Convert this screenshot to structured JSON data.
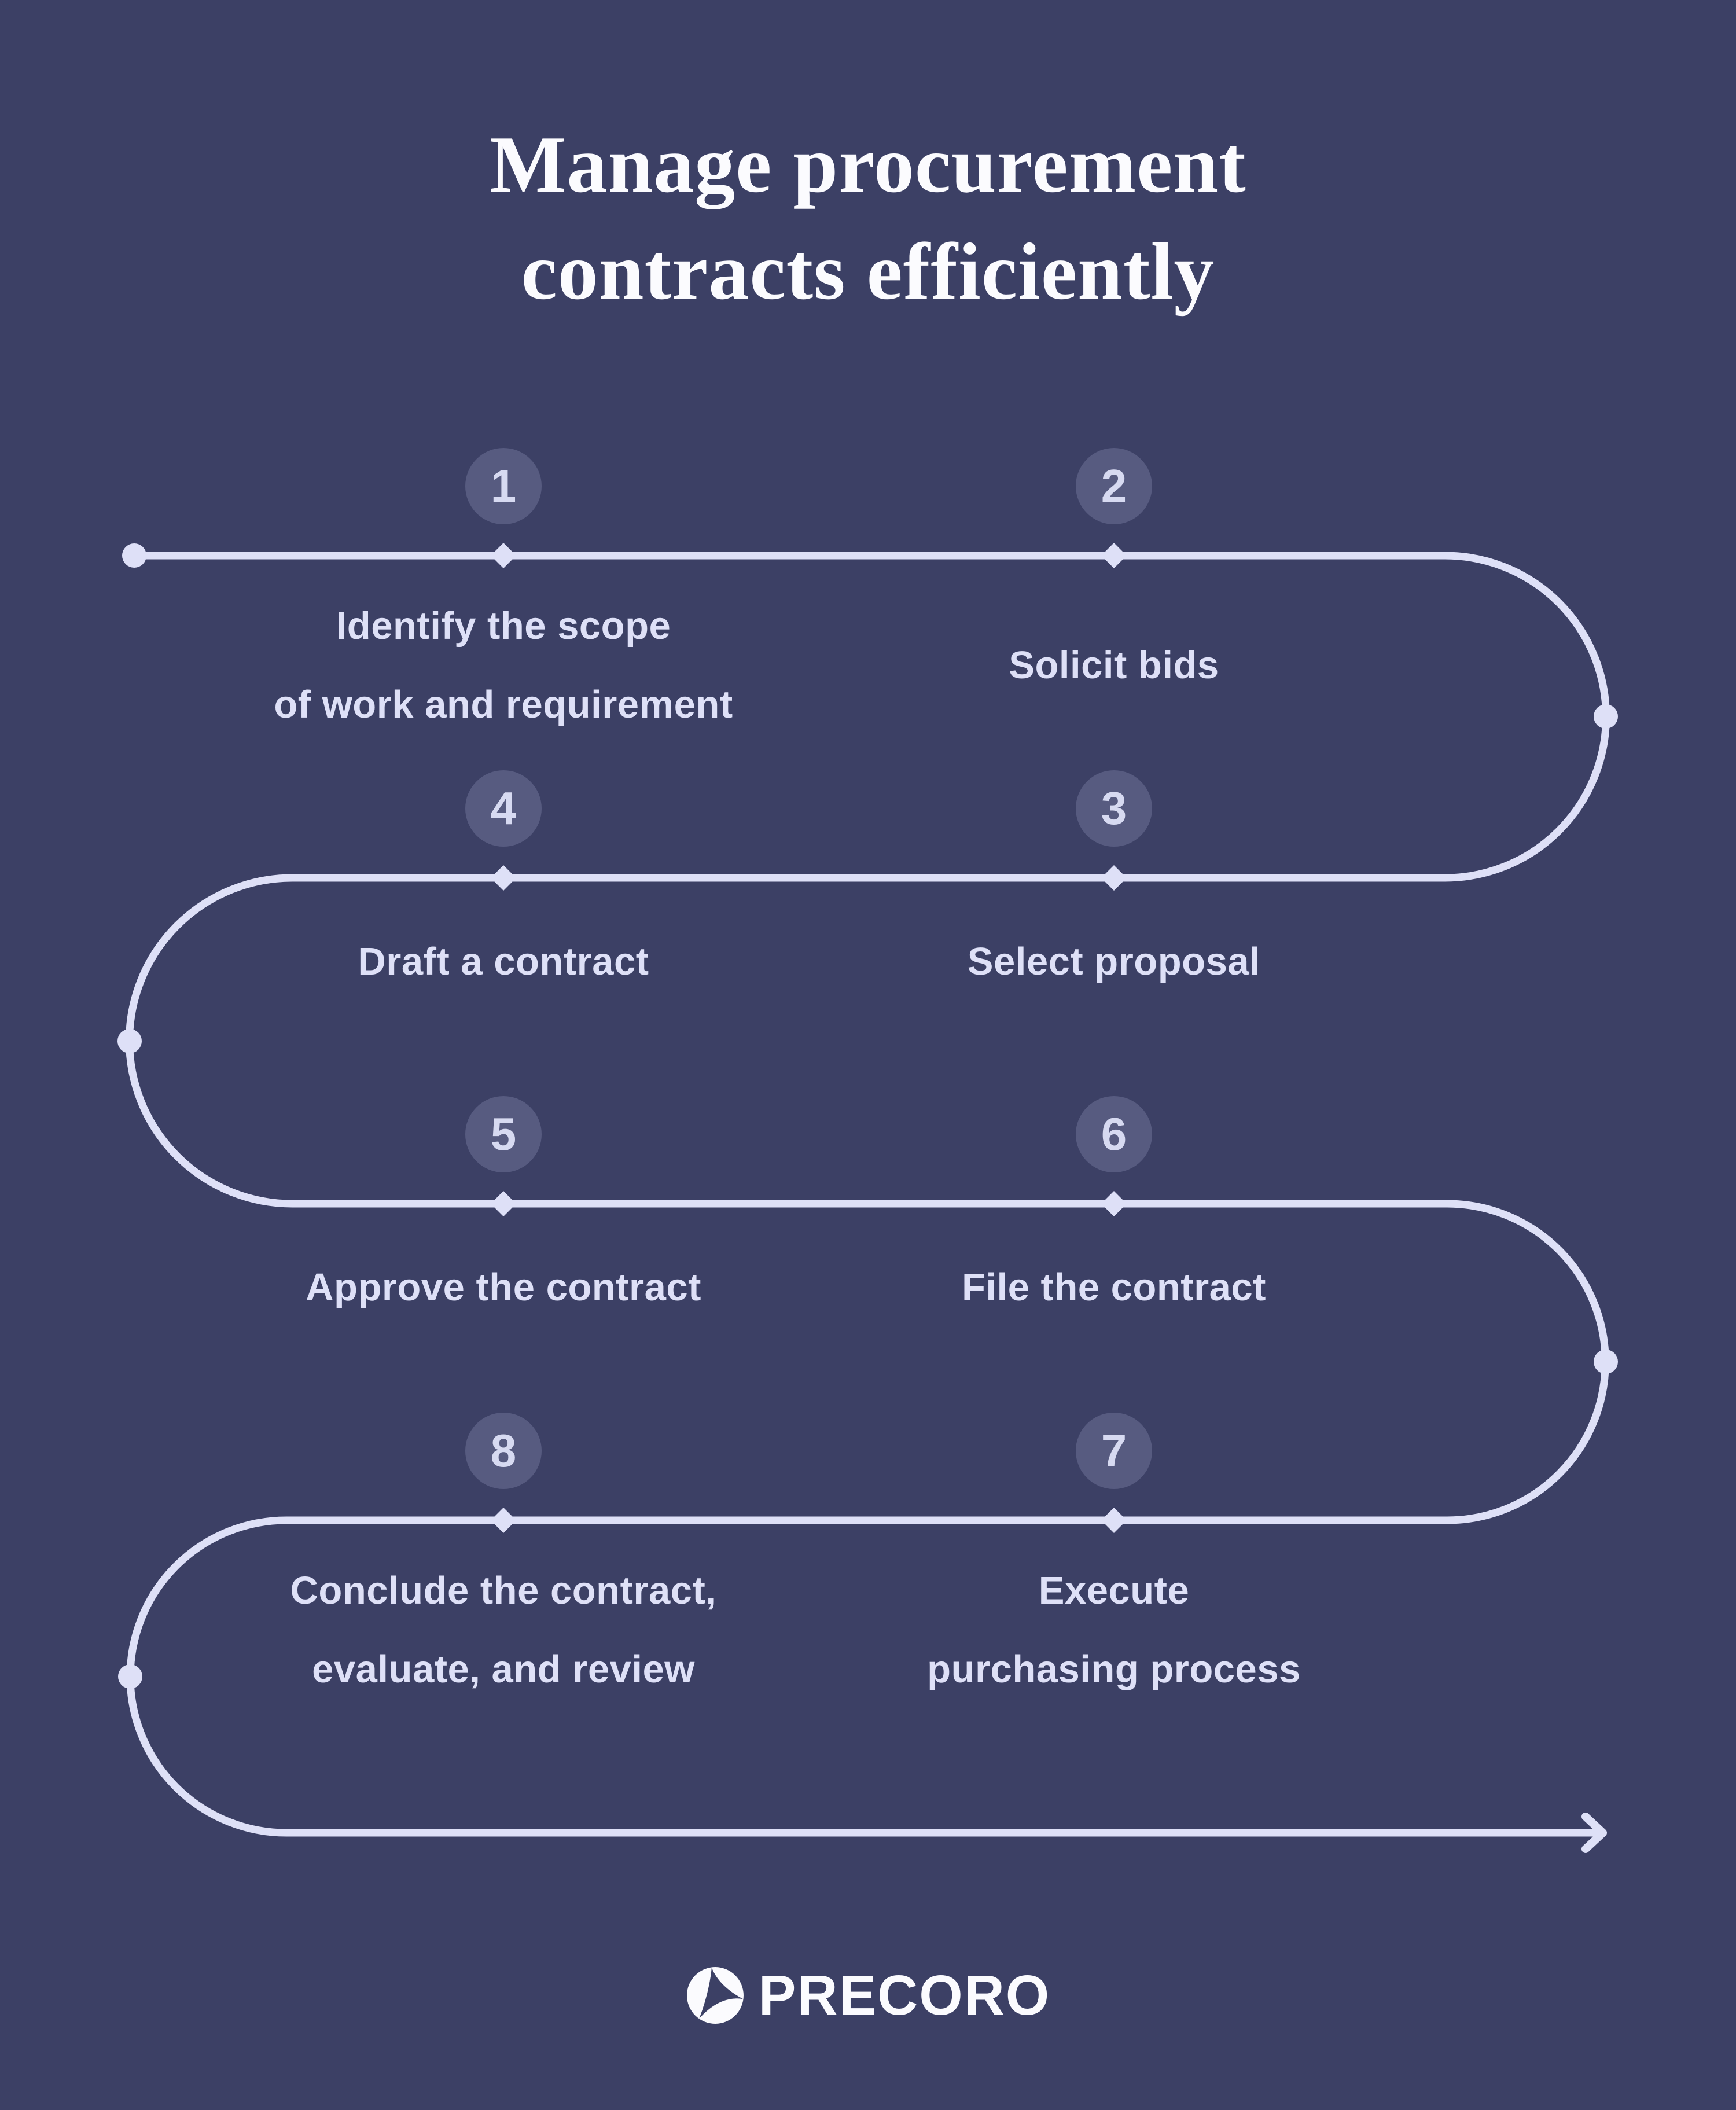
{
  "title": {
    "line1": "Manage procurement",
    "line2": "contracts efficiently"
  },
  "steps": [
    {
      "number": "1",
      "lines": [
        "Identify the scope",
        "of work and requirement"
      ]
    },
    {
      "number": "2",
      "lines": [
        "Solicit bids"
      ]
    },
    {
      "number": "3",
      "lines": [
        "Select proposal"
      ]
    },
    {
      "number": "4",
      "lines": [
        "Draft a contract"
      ]
    },
    {
      "number": "5",
      "lines": [
        "Approve the contract"
      ]
    },
    {
      "number": "6",
      "lines": [
        "File the contract"
      ]
    },
    {
      "number": "7",
      "lines": [
        "Execute",
        "purchasing process"
      ]
    },
    {
      "number": "8",
      "lines": [
        "Conclude the contract,",
        "evaluate, and review"
      ]
    }
  ],
  "logo": {
    "text": "PRECORO"
  },
  "colors": {
    "background": "#3c4065",
    "line": "#dee0f7",
    "title_text": "#fbfbfe",
    "badge_fill": "#575b80",
    "badge_text": "#d7daf1",
    "step_text": "#dee0f7"
  }
}
